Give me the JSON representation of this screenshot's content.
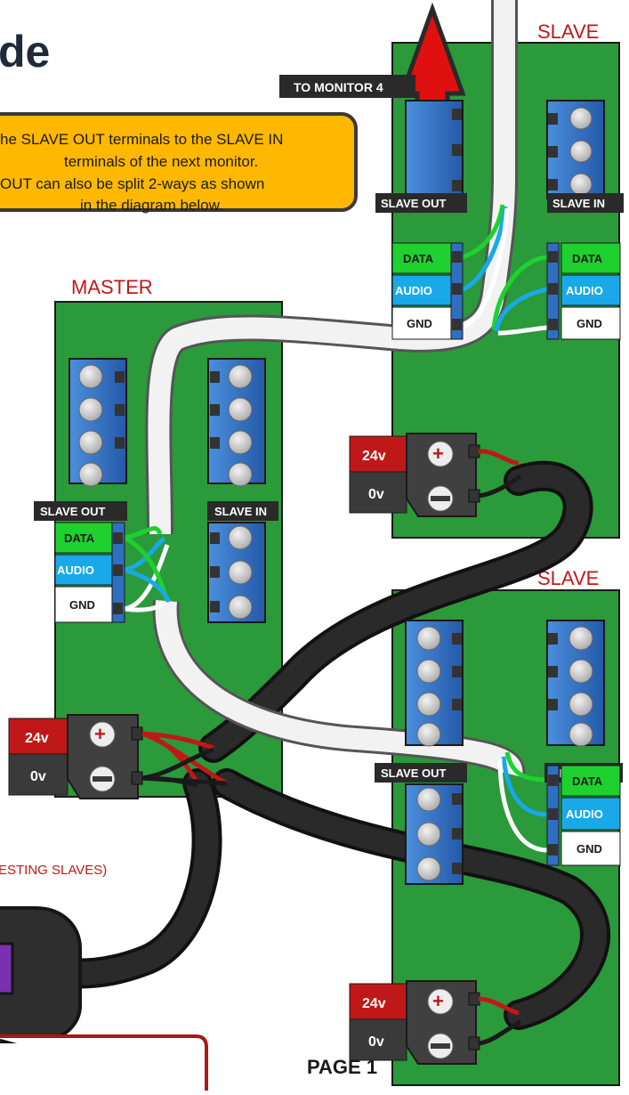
{
  "title_fragment": "de",
  "note": {
    "line1": "he SLAVE OUT terminals to the SLAVE IN",
    "line2": "terminals of the next monitor.",
    "line3": "OUT can also be split 2-ways as shown",
    "line4": "in the diagram below."
  },
  "to_monitor_label": "TO MONITOR 4",
  "boards": {
    "master": "MASTER",
    "slave_top": "SLAVE",
    "slave_bottom": "SLAVE"
  },
  "labels": {
    "slave_out": "SLAVE OUT",
    "slave_in": "SLAVE IN",
    "data": "DATA",
    "audio": "AUDIO",
    "gnd": "GND",
    "v24": "24v",
    "v0": "0v"
  },
  "testing_note": "ESTING SLAVES)",
  "page_label": "PAGE 1",
  "colors": {
    "board": "#2a9a3a",
    "terminal": "#2f6fc0",
    "data": "#1fd12f",
    "audio": "#19a9e8",
    "gnd": "#ffffff",
    "v24": "#c01818",
    "v0": "#3a3a3a",
    "note_bg": "#ffb800",
    "accent_red": "#c01818"
  }
}
